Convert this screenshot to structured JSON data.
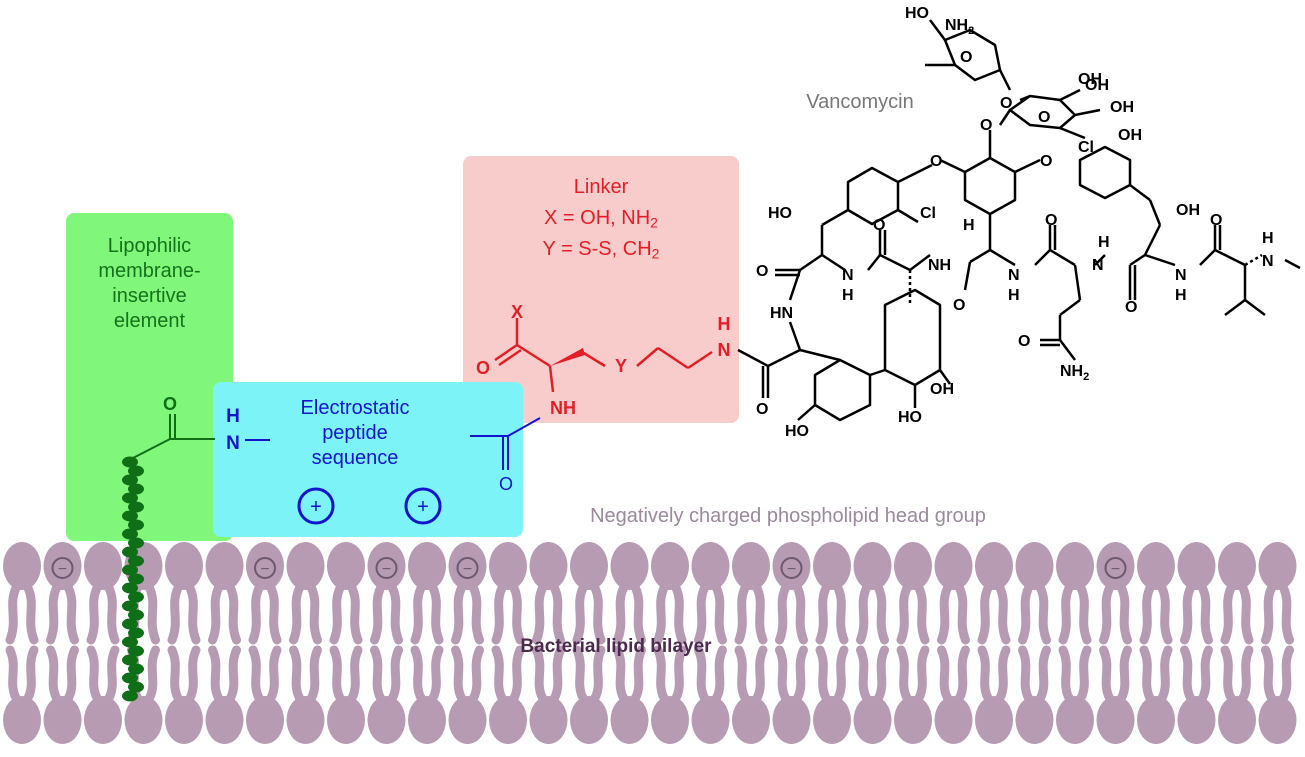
{
  "labels": {
    "lipophilic": [
      "Lipophilic",
      "membrane-",
      "insertive",
      "element"
    ],
    "electrostatic": [
      "Electrostatic",
      "peptide",
      "sequence"
    ],
    "linker_title": "Linker",
    "linker_x_text": "X = OH, NH",
    "linker_x_sub": "2",
    "linker_y_text": "Y = S-S, CH",
    "linker_y_sub": "2",
    "vancomycin": "Vancomycin",
    "head_group": "Negatively charged phospholipid head group",
    "bilayer": "Bacterial lipid bilayer"
  },
  "symbols": {
    "plus": "+",
    "minus": "−"
  },
  "atoms": {
    "O": "O",
    "H": "H",
    "N": "N",
    "NH": "NH",
    "HN": "HN",
    "X": "X",
    "Y": "Y",
    "Cl": "Cl",
    "OH": "OH",
    "HO": "HO",
    "NH2": "NH",
    "two": "2"
  },
  "colors": {
    "green_box": "#80f77a",
    "cyan_box": "#7cf3f6",
    "pink_box": "#f9cccc",
    "lipid": "#b79bb3",
    "helix": "#0e6f16",
    "blue": "#1414cc",
    "red": "#e41e26"
  }
}
